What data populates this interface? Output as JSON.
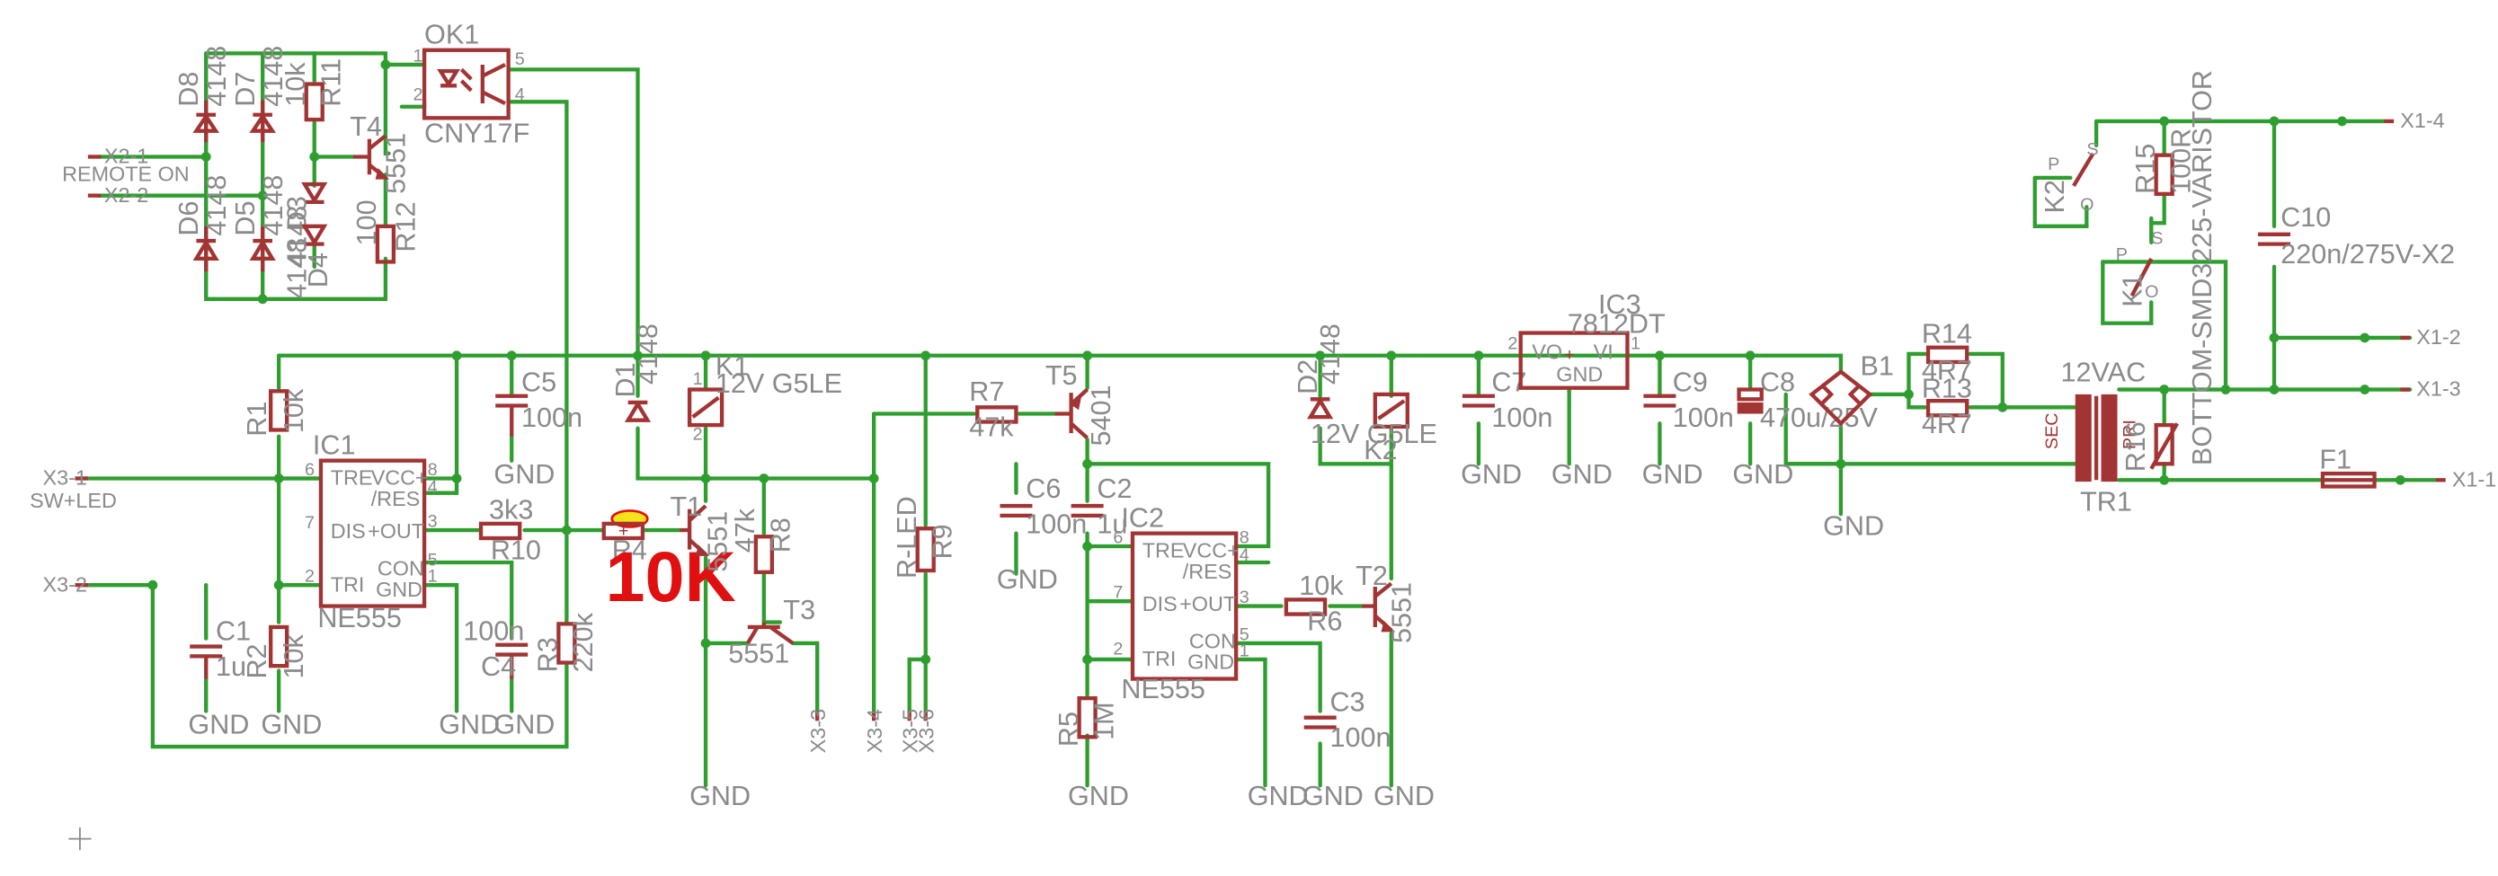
{
  "labels": {
    "X2_1": "X2-1",
    "REMOTE_ON": "REMOTE ON",
    "X2_2": "X2-2",
    "D8": "D8",
    "D8_VAL": "4148",
    "D7": "D7",
    "D7_VAL": "4148",
    "D6": "D6",
    "D6_VAL": "4148",
    "D5": "D5",
    "D5_VAL": "4148",
    "D3": "D3",
    "D3_VAL": "4148",
    "D4": "D4",
    "D4_VAL": "4148",
    "R11": "R11",
    "R11_VAL": "10k",
    "R12": "R12",
    "R12_VAL": "100",
    "T4": "T4",
    "T4_VAL": "5551",
    "OK1": "OK1",
    "CNY17F": "CNY17F",
    "R1": "R1",
    "R1_VAL": "10k",
    "C5": "C5",
    "C5_VAL": "100n",
    "GND": "GND",
    "IC1": "IC1",
    "NE555": "NE555",
    "TRE": "TRE",
    "VCC": "VCC+",
    "RES": "/RES",
    "DIS": "DIS",
    "OUT": "+OUT",
    "TRI": "TRI",
    "CON": "CON",
    "GNDP": "GND",
    "X3_1": "X3-1",
    "SW_LED": "SW+LED",
    "X3_2": "X3-2",
    "C1": "C1",
    "C1_VAL": "1u",
    "R2": "R2",
    "R2_VAL": "10k",
    "C4": "C4",
    "C4_VAL": "100n",
    "R3": "R3",
    "R3_VAL": "220k",
    "R10": "R10",
    "R10_VAL": "3k3",
    "D1": "D1",
    "D1_VAL": "4148",
    "K1": "K1",
    "K1_VAL": "12V G5LE",
    "R4": "R4",
    "R4_NOTE": "10K",
    "T1": "T1",
    "T1_VAL": "5551",
    "R8": "R8",
    "R8_VAL": "47k",
    "T3": "T3",
    "T3_VAL": "5551",
    "X3_3": "X3-3",
    "X3_4": "X3-4",
    "X3_5": "X3-5",
    "X3_6": "X3-6",
    "R_LED": "R-LED",
    "R9": "R9",
    "R7": "R7",
    "R7_VAL": "47k",
    "T5": "T5",
    "T5_VAL": "5401",
    "C6": "C6",
    "C6_VAL": "100n",
    "C2": "C2",
    "C2_VAL": "1u",
    "IC2": "IC2",
    "R5": "R5",
    "R5_VAL": "1M",
    "R6": "R6",
    "R6_VAL": "10k",
    "C3": "C3",
    "C3_VAL": "100n",
    "T2": "T2",
    "T2_VAL": "5551",
    "D2": "D2",
    "D2_VAL": "4148",
    "K2": "K2",
    "K2_VAL": "12V G5LE",
    "IC3": "IC3",
    "IC3_VAL": "7812DT",
    "VO": "VO",
    "VI": "VI",
    "C7": "C7",
    "C7_VAL": "100n",
    "C9": "C9",
    "C9_VAL": "100n",
    "C8": "C8",
    "C8_VAL": "470u/25V",
    "B1": "B1",
    "R14": "R14",
    "R14_VAL": "4R7",
    "R13": "R13",
    "R13_VAL": "4R7",
    "VAC": "12VAC",
    "SEC": "SEC",
    "PRI": "PRI",
    "TR1": "TR1",
    "R16": "R16",
    "VARISTOR": "BOTTOM-SMD3225-VARISTOR",
    "K2B": "K2",
    "K1B": "K1",
    "R15": "R15",
    "R15_VAL": "100R",
    "C10": "C10",
    "C10_VAL": "220n/275V-X2",
    "F1": "F1",
    "X1_4": "X1-4",
    "X1_2": "X1-2",
    "X1_3": "X1-3",
    "X1_1": "X1-1",
    "P": "P",
    "S": "S",
    "O": "O"
  },
  "colors": {
    "wire": "#2e9e2e",
    "component": "#a23434",
    "label": "#8a8a8a",
    "annotation": "#e01010",
    "highlight": "#f5e21a"
  }
}
